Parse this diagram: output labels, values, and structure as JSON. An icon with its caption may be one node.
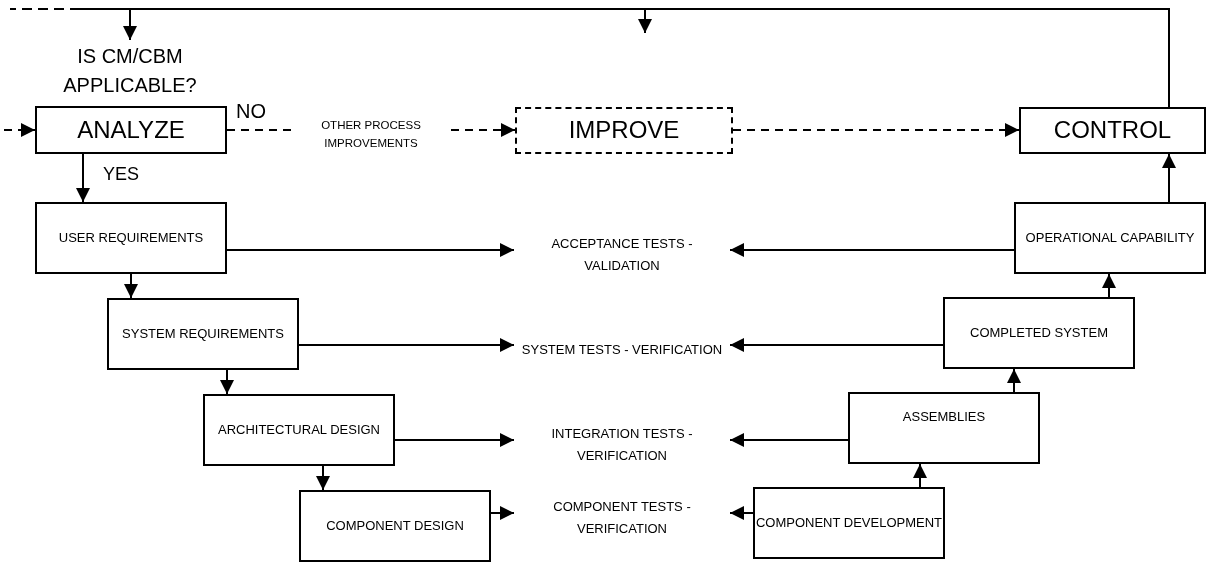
{
  "diagram": {
    "nodes": [
      {
        "text": [
          "IS CM/CBM APPLICABLE?"
        ]
      },
      {
        "text": [
          "ANALYZE"
        ]
      },
      {
        "text": [
          "IMPROVE"
        ]
      },
      {
        "text": [
          "CONTROL"
        ]
      },
      {
        "text": [
          "USER REQUIREMENTS"
        ]
      },
      {
        "text": [
          "SYSTEM REQUIREMENTS"
        ]
      },
      {
        "text": [
          "ARCHITECTURAL DESIGN"
        ]
      },
      {
        "text": [
          "COMPONENT DESIGN"
        ]
      },
      {
        "text": [
          "ACCEPTANCE TESTS - VALIDATION"
        ]
      },
      {
        "text": [
          "SYSTEM TESTS - VERIFICATION"
        ]
      },
      {
        "text": [
          "INTEGRATION TESTS - VERIFICATION"
        ]
      },
      {
        "text": [
          "COMPONENT TESTS - VERIFICATION"
        ]
      },
      {
        "text": [
          "OPERATIONAL CAPABILITY"
        ]
      },
      {
        "text": [
          "COMPLETED SYSTEM"
        ]
      },
      {
        "text": [
          "ASSEMBLIES"
        ]
      },
      {
        "text": [
          "COMPONENT DEVELOPMENT"
        ]
      }
    ],
    "edges": [
      {
        "from": 3,
        "to": 0,
        "arrow": "to"
      },
      {
        "from": 3,
        "to": null,
        "arrow": "to"
      },
      {
        "from": 3,
        "to": null,
        "arrow": "none",
        "style": "dashed"
      },
      {
        "from": null,
        "to": 1,
        "arrow": "to",
        "style": "dashed"
      },
      {
        "from": 1,
        "to": 2,
        "arrow": "to",
        "style": "dashed",
        "label": "OTHER PROCESS IMPROVEMENTS"
      },
      {
        "from": 2,
        "to": 3,
        "arrow": "to",
        "style": "dashed"
      },
      {
        "from": 1,
        "to": 4,
        "arrow": "to"
      },
      {
        "from": 4,
        "to": 5,
        "arrow": "to"
      },
      {
        "from": 5,
        "to": 6,
        "arrow": "to"
      },
      {
        "from": 6,
        "to": 7,
        "arrow": "to"
      },
      {
        "from": 4,
        "to": 8,
        "arrow": "to"
      },
      {
        "from": 5,
        "to": 9,
        "arrow": "to"
      },
      {
        "from": 6,
        "to": 10,
        "arrow": "to"
      },
      {
        "from": 7,
        "to": 11,
        "arrow": "to"
      },
      {
        "from": 12,
        "to": 8,
        "arrow": "to"
      },
      {
        "from": 13,
        "to": 9,
        "arrow": "to"
      },
      {
        "from": 14,
        "to": 10,
        "arrow": "to"
      },
      {
        "from": 15,
        "to": 11,
        "arrow": "to"
      },
      {
        "from": 15,
        "to": 14,
        "arrow": "to"
      },
      {
        "from": 14,
        "to": 13,
        "arrow": "to"
      },
      {
        "from": 13,
        "to": 12,
        "arrow": "to"
      },
      {
        "from": 12,
        "to": 3,
        "arrow": "to"
      }
    ],
    "labels": [
      "NO",
      "YES"
    ]
  }
}
